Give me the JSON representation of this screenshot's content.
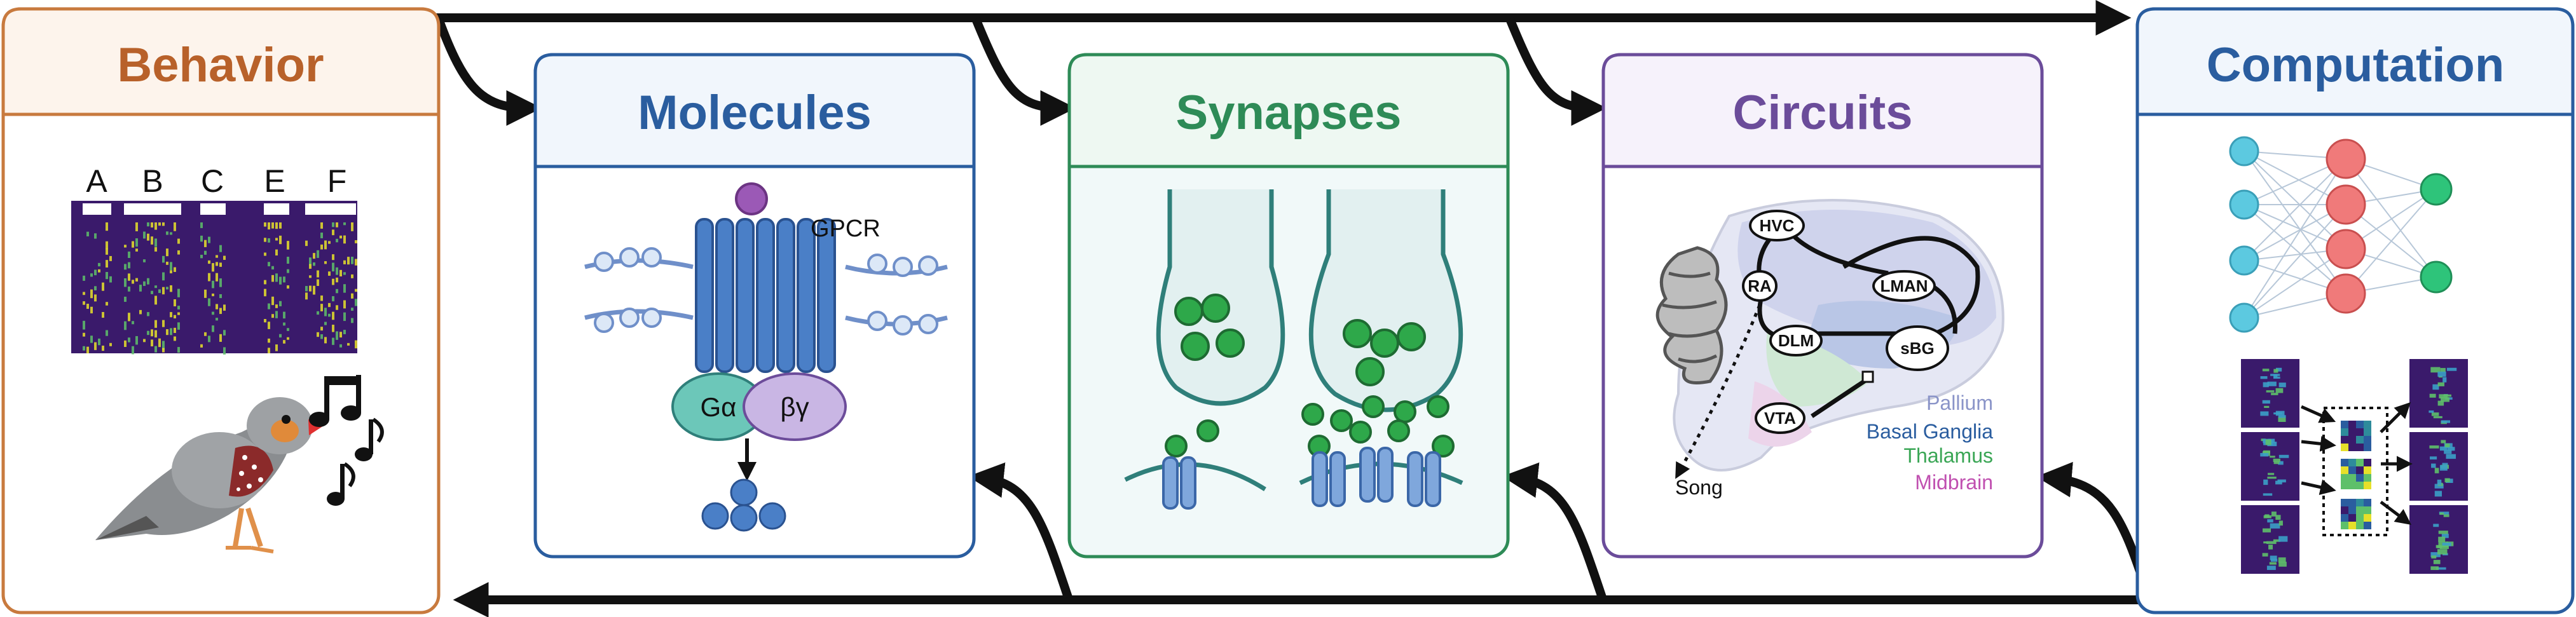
{
  "panels": {
    "behavior": {
      "title": "Behavior",
      "color": "#b8612a",
      "syllables": [
        "A",
        "B",
        "C",
        "E",
        "F"
      ]
    },
    "molecules": {
      "title": "Molecules",
      "color": "#2a5d9f",
      "receptor_label": "GPCR",
      "g_alpha": "Gα",
      "g_betagamma": "βγ"
    },
    "synapses": {
      "title": "Synapses",
      "color": "#2e8b57"
    },
    "circuits": {
      "title": "Circuits",
      "color": "#6b4c9a",
      "nodes": [
        "HVC",
        "RA",
        "LMAN",
        "DLM",
        "sBG",
        "VTA"
      ],
      "output_label": "Song",
      "legend": [
        {
          "label": "Pallium",
          "color": "#8a94c8"
        },
        {
          "label": "Basal Ganglia",
          "color": "#2a5d9f"
        },
        {
          "label": "Thalamus",
          "color": "#3aa655"
        },
        {
          "label": "Midbrain",
          "color": "#c050b0"
        }
      ]
    },
    "computation": {
      "title": "Computation",
      "color": "#2a5d9f"
    }
  },
  "colors": {
    "teal": "#2f7f7a",
    "vesicle_green": "#2ea84a",
    "receptor_blue": "#4a7fc7",
    "spectrogram_bg": "#3a1a6b",
    "spectrogram_hot": "#e6e02a"
  }
}
